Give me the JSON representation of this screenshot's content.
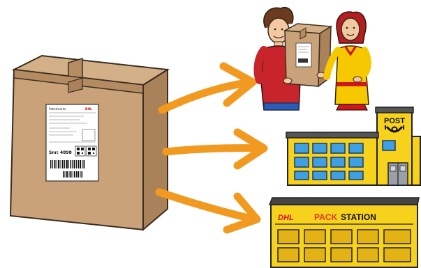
{
  "illustration": {
    "parcel_label": {
      "sender_line": "Paketmarke",
      "brand_small": "DHL",
      "sendungsnummer": "Snr: 4898"
    },
    "post_office": {
      "sign": "POST",
      "icon": "posthorn-icon"
    },
    "packstation": {
      "brand": "DHL",
      "label_pack": "PACK",
      "label_station": "STATION"
    },
    "colors": {
      "cardboard": "#c9a27a",
      "tape": "#b8916a",
      "arrow": "#f29a1f",
      "post_yellow": "#f7d21c",
      "window_blue": "#3f9fe0",
      "packstation_red": "#e23a24"
    }
  }
}
